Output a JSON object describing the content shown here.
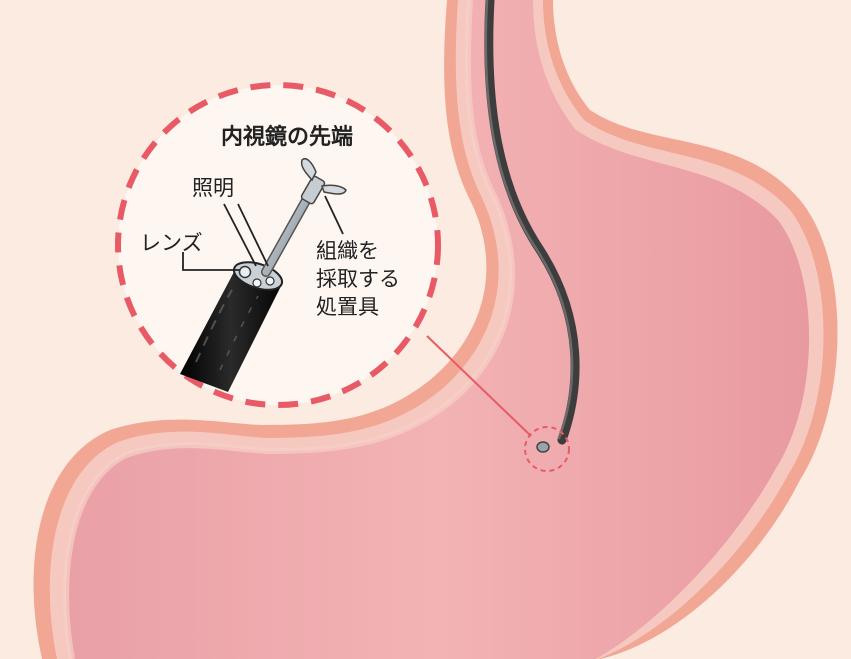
{
  "colors": {
    "background": "#fcebe1",
    "stomach_outer": "#f2a795",
    "stomach_wall": "#f6c9c0",
    "stomach_inner": "#f2aeb0",
    "dashed_ring": "#e85a66",
    "scope_body": "#1a1a1a",
    "scope_cable": "#4a4a4a",
    "forceps_metal": "#b8c0c6"
  },
  "icons": [
    "endoscope-tip-icon",
    "biopsy-forceps-icon",
    "stomach-icon"
  ],
  "magnifier": {
    "title": "内視鏡の先端",
    "label_light": "照明",
    "label_lens": "レンズ",
    "label_tool_lines": [
      "組織を",
      "採取する",
      "処置具"
    ]
  }
}
